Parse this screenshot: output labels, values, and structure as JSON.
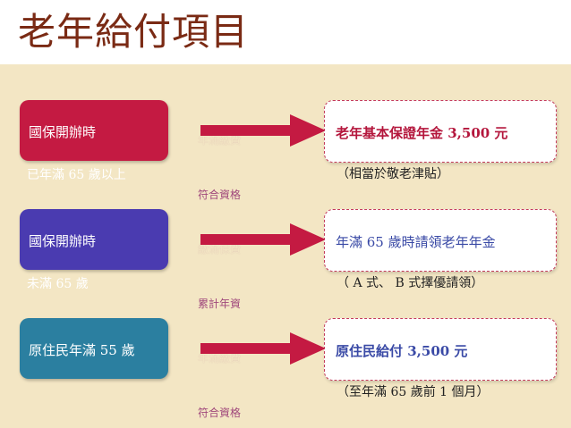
{
  "title": "老年給付項目",
  "rows": [
    {
      "box_label": "國保開辦時",
      "box_sub": "已年滿 65 歲以上",
      "arrow_top": "年滿繳費",
      "arrow_bottom": "符合資格",
      "result": "老年基本保證年金 3,500 元",
      "result_note": "（相當於敬老津貼）",
      "color": "#c41a42"
    },
    {
      "box_label": "國保開辦時",
      "box_sub": "未滿 65 歲",
      "arrow_top": "繳滿保費",
      "arrow_bottom": "累計年資",
      "result": "年滿 65 歲時請領老年年金",
      "result_note": "（ A 式、 B 式擇優請領）",
      "color": "#4a3bb0"
    },
    {
      "box_label": "原住民年滿 55 歲",
      "box_sub": "",
      "arrow_top": "年滿繳費",
      "arrow_bottom": "符合資格",
      "result": "原住民給付 3,500 元",
      "result_note": "（至年滿 65 歲前 1 個月）",
      "color": "#2b7fa0"
    }
  ],
  "colors": {
    "title": "#7a2a14",
    "panel": "#f3e6c4",
    "arrow": "#c41a42",
    "result_text": "#b4163c",
    "result_text_blue": "#3a4aa6"
  }
}
